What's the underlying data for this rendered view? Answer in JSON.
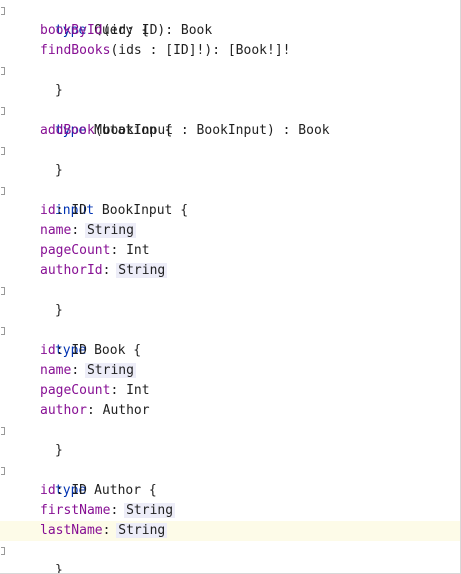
{
  "colors": {
    "keyword": "#0033b3",
    "field": "#871094",
    "text": "#1f1f1f",
    "type_highlight_bg": "#ededf8",
    "current_line_bg": "#fdfbe8"
  },
  "code": {
    "query": {
      "keyword": "type",
      "open": " Query {",
      "fields": [
        {
          "name": "bookById",
          "rest": "(id: ID): Book"
        },
        {
          "name": "findBooks",
          "rest": "(ids : [ID]!): [Book!]!"
        }
      ],
      "close": "}"
    },
    "mutation": {
      "keyword": "type",
      "open": " Mutation {",
      "fields": [
        {
          "name": "addBook",
          "rest": "(bookInput : BookInput) : Book"
        }
      ],
      "close": "}"
    },
    "book_input": {
      "keyword": "input",
      "open": " BookInput {",
      "fields": [
        {
          "name": "id",
          "sep": ": ",
          "type": "ID"
        },
        {
          "name": "name",
          "sep": ": ",
          "type": "String"
        },
        {
          "name": "pageCount",
          "sep": ": ",
          "type": "Int"
        },
        {
          "name": "authorId",
          "sep": ": ",
          "type": "String"
        }
      ],
      "close": "}"
    },
    "book": {
      "keyword": "type",
      "open": " Book {",
      "fields": [
        {
          "name": "id",
          "sep": ": ",
          "type": "ID"
        },
        {
          "name": "name",
          "sep": ": ",
          "type": "String"
        },
        {
          "name": "pageCount",
          "sep": ": ",
          "type": "Int"
        },
        {
          "name": "author",
          "sep": ": ",
          "type": "Author"
        }
      ],
      "close": "}"
    },
    "author": {
      "keyword": "type",
      "open": " Author {",
      "fields": [
        {
          "name": "id",
          "sep": ": ",
          "type": "ID"
        },
        {
          "name": "firstName",
          "sep": ": ",
          "type": "String"
        },
        {
          "name": "lastName",
          "sep": ": ",
          "type": "String"
        }
      ],
      "close": "}"
    }
  }
}
